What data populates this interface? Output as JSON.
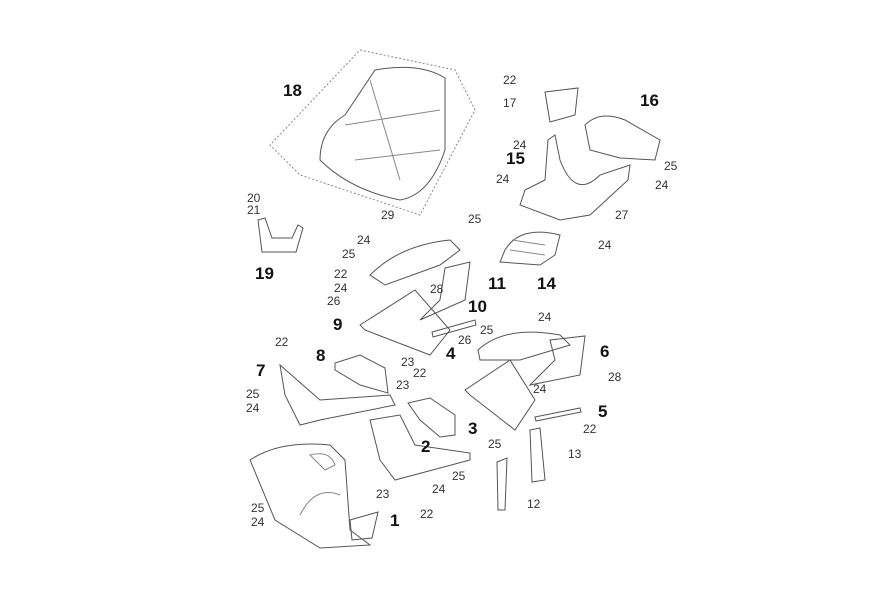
{
  "diagram": {
    "title": "Exploded view of scooter body panels",
    "callouts": [
      "18",
      "22",
      "17",
      "16",
      "24",
      "15",
      "25",
      "24",
      "24",
      "20",
      "21",
      "29",
      "25",
      "27",
      "19",
      "24",
      "24",
      "14",
      "25",
      "11",
      "22",
      "28",
      "24",
      "26",
      "10",
      "9",
      "24",
      "25",
      "26",
      "22",
      "8",
      "23",
      "4",
      "6",
      "7",
      "22",
      "23",
      "28",
      "25",
      "24",
      "24",
      "5",
      "3",
      "22",
      "25",
      "2",
      "13",
      "25",
      "24",
      "23",
      "25",
      "12",
      "24",
      "22",
      "1"
    ]
  }
}
